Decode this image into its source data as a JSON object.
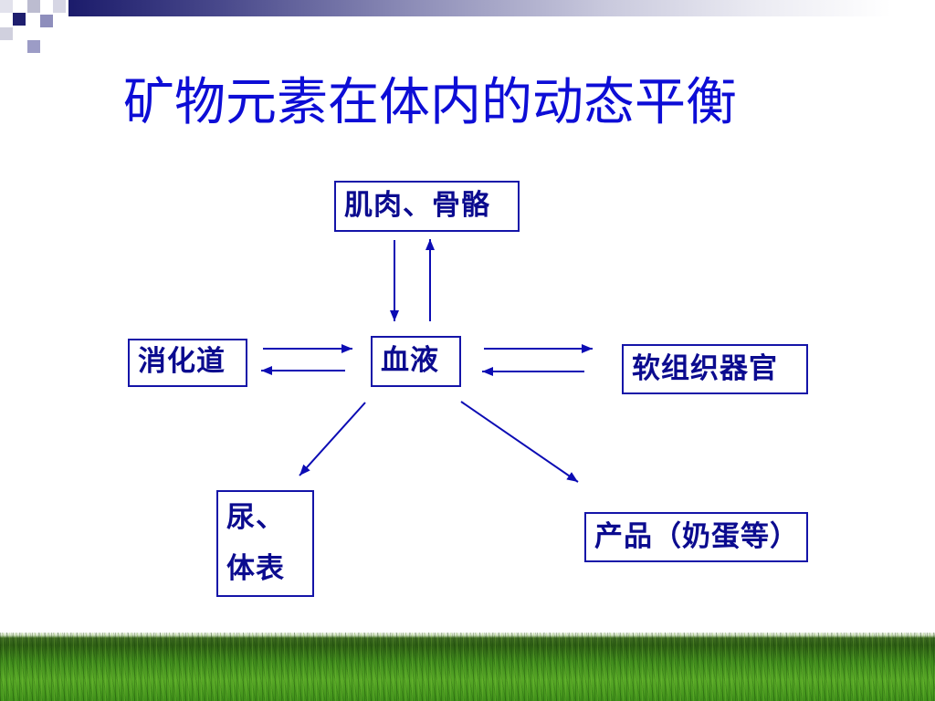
{
  "slide": {
    "title": "矿物元素在体内的动态平衡"
  },
  "diagram": {
    "nodes": {
      "muscle_bone": {
        "label": "肌肉、骨骼"
      },
      "digestive_tract": {
        "label": "消化道"
      },
      "blood": {
        "label": "血液"
      },
      "soft_tissue_organs": {
        "label": "软组织器官"
      },
      "urine_body_surface": {
        "lines": [
          "尿、",
          "体表"
        ]
      },
      "products": {
        "label": "产品（奶蛋等）"
      }
    }
  },
  "colors": {
    "title": "#0d0dd6",
    "node_text": "#0b0b8f",
    "node_border": "#1414a8",
    "arrow": "#0c0cb4",
    "top_bar": "#1b1b6b"
  }
}
